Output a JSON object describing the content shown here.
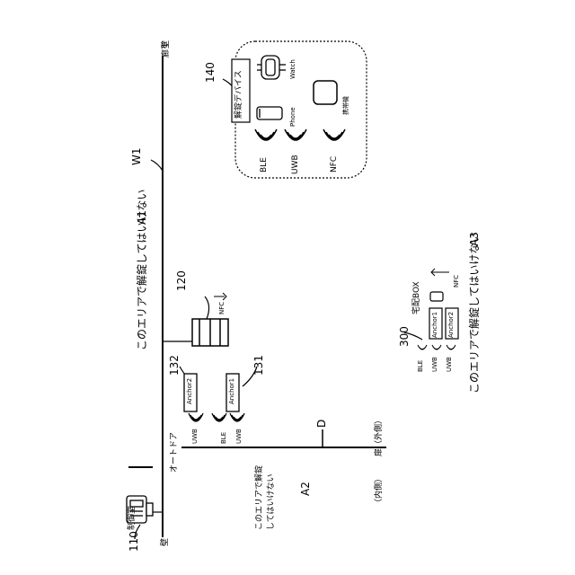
{
  "labels": {
    "hallway": "廊下",
    "wall_top": "壁",
    "wall_bottom": "壁",
    "w1": "W1",
    "a1": "A1",
    "a2": "A2",
    "a3": "A3",
    "d": "D",
    "n140": "140",
    "n120": "120",
    "n132": "132",
    "n131": "131",
    "n110": "110",
    "n300": "300",
    "unlock_device": "解錠デバイス",
    "watch": "Watch",
    "phone": "Phone",
    "mobile_device": "携帯機",
    "ble": "BLE",
    "uwb": "UWB",
    "nfc": "NFC",
    "no_unlock_area_1": "このエリアで解錠してはいけない",
    "no_unlock_area_3": "このエリアで解錠してはいけない",
    "a2_text_line1": "このエリアで解錠",
    "a2_text_line2": "してはいけない",
    "auto_door": "オートドア",
    "door_label": "扉（外側）",
    "inner_side": "（内側）",
    "control_room": "制御室",
    "delivery_box": "宅配BOX",
    "anchor1": "Anchor1",
    "anchor2": "Anchor2",
    "nfc_arrow": "NFC",
    "ble_small": "BLE",
    "uwb_small1": "UWB",
    "uwb_small2": "UWB",
    "uwb_small3": "UWB",
    "ble_small2": "BLE",
    "uwb_small4": "UWB",
    "anchor1_b": "Anchor1",
    "anchor2_b": "Anchor2",
    "nfc_small": "NFC"
  },
  "icons": [
    "watch-icon",
    "phone-icon",
    "mobile-device-icon",
    "wireless-signal-icon",
    "control-panel-icon",
    "door-controller-icon",
    "delivery-box-icon"
  ]
}
